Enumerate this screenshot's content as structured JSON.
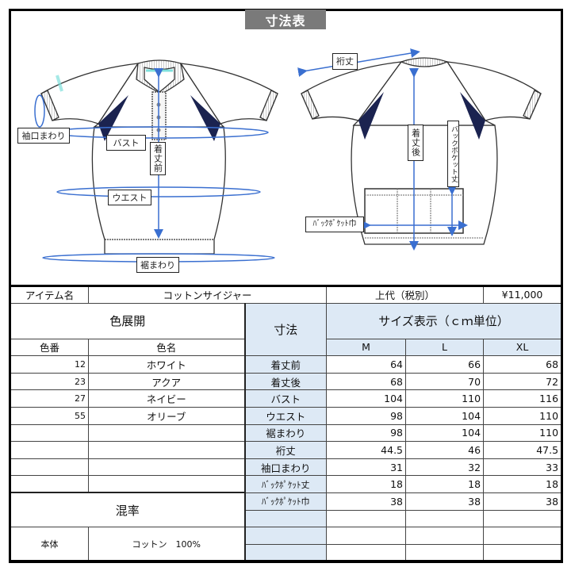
{
  "title": "寸法表",
  "illustration": {
    "front_callouts": {
      "sleeve_opening": "袖口まわり",
      "bust": "バスト",
      "front_length": "着丈前",
      "waist": "ウエスト",
      "hem": "裾まわり"
    },
    "back_callouts": {
      "yuki": "裄丈",
      "back_length": "着丈後",
      "back_pocket_length": "バックポケット丈",
      "back_pocket_width": "ﾊﾞｯｸﾎﾟｹｯﾄ巾"
    },
    "colors": {
      "navy_panel": "#1b2350",
      "measure_line": "#3a6fd0",
      "aqua_trim": "#7fe0dc",
      "outline": "#333333"
    }
  },
  "item": {
    "name_label": "アイテム名",
    "name_value": "コットンサイジャー",
    "price_label": "上代（税別）",
    "price_value": "¥11,000"
  },
  "colors_section": {
    "header": "色展開",
    "col_number": "色番",
    "col_name": "色名",
    "rows": [
      {
        "number": "12",
        "name": "ホワイト"
      },
      {
        "number": "23",
        "name": "アクア"
      },
      {
        "number": "27",
        "name": "ネイビー"
      },
      {
        "number": "55",
        "name": "オリーブ"
      },
      {
        "number": "",
        "name": ""
      },
      {
        "number": "",
        "name": ""
      },
      {
        "number": "",
        "name": ""
      },
      {
        "number": "",
        "name": ""
      }
    ]
  },
  "blend": {
    "header": "混率",
    "part": "本体",
    "composition": "コットン　100%"
  },
  "size_section": {
    "dimension_header": "寸法",
    "size_header": "サイズ表示（ｃｍ単位）",
    "sizes": [
      "M",
      "L",
      "XL"
    ],
    "rows": [
      {
        "label": "着丈前",
        "values": [
          "64",
          "66",
          "68"
        ]
      },
      {
        "label": "着丈後",
        "values": [
          "68",
          "70",
          "72"
        ]
      },
      {
        "label": "バスト",
        "values": [
          "104",
          "110",
          "116"
        ]
      },
      {
        "label": "ウエスト",
        "values": [
          "98",
          "104",
          "110"
        ]
      },
      {
        "label": "裾まわり",
        "values": [
          "98",
          "104",
          "110"
        ]
      },
      {
        "label": "裄丈",
        "values": [
          "44.5",
          "46",
          "47.5"
        ]
      },
      {
        "label": "袖口まわり",
        "values": [
          "31",
          "32",
          "33"
        ]
      },
      {
        "label": "ﾊﾞｯｸﾎﾟｹｯﾄ丈",
        "values": [
          "18",
          "18",
          "18"
        ]
      },
      {
        "label": "ﾊﾞｯｸﾎﾟｹｯﾄ巾",
        "values": [
          "38",
          "38",
          "38"
        ]
      },
      {
        "label": "",
        "values": [
          "",
          "",
          ""
        ]
      },
      {
        "label": "",
        "values": [
          "",
          "",
          ""
        ]
      },
      {
        "label": "",
        "values": [
          "",
          "",
          ""
        ]
      }
    ]
  }
}
